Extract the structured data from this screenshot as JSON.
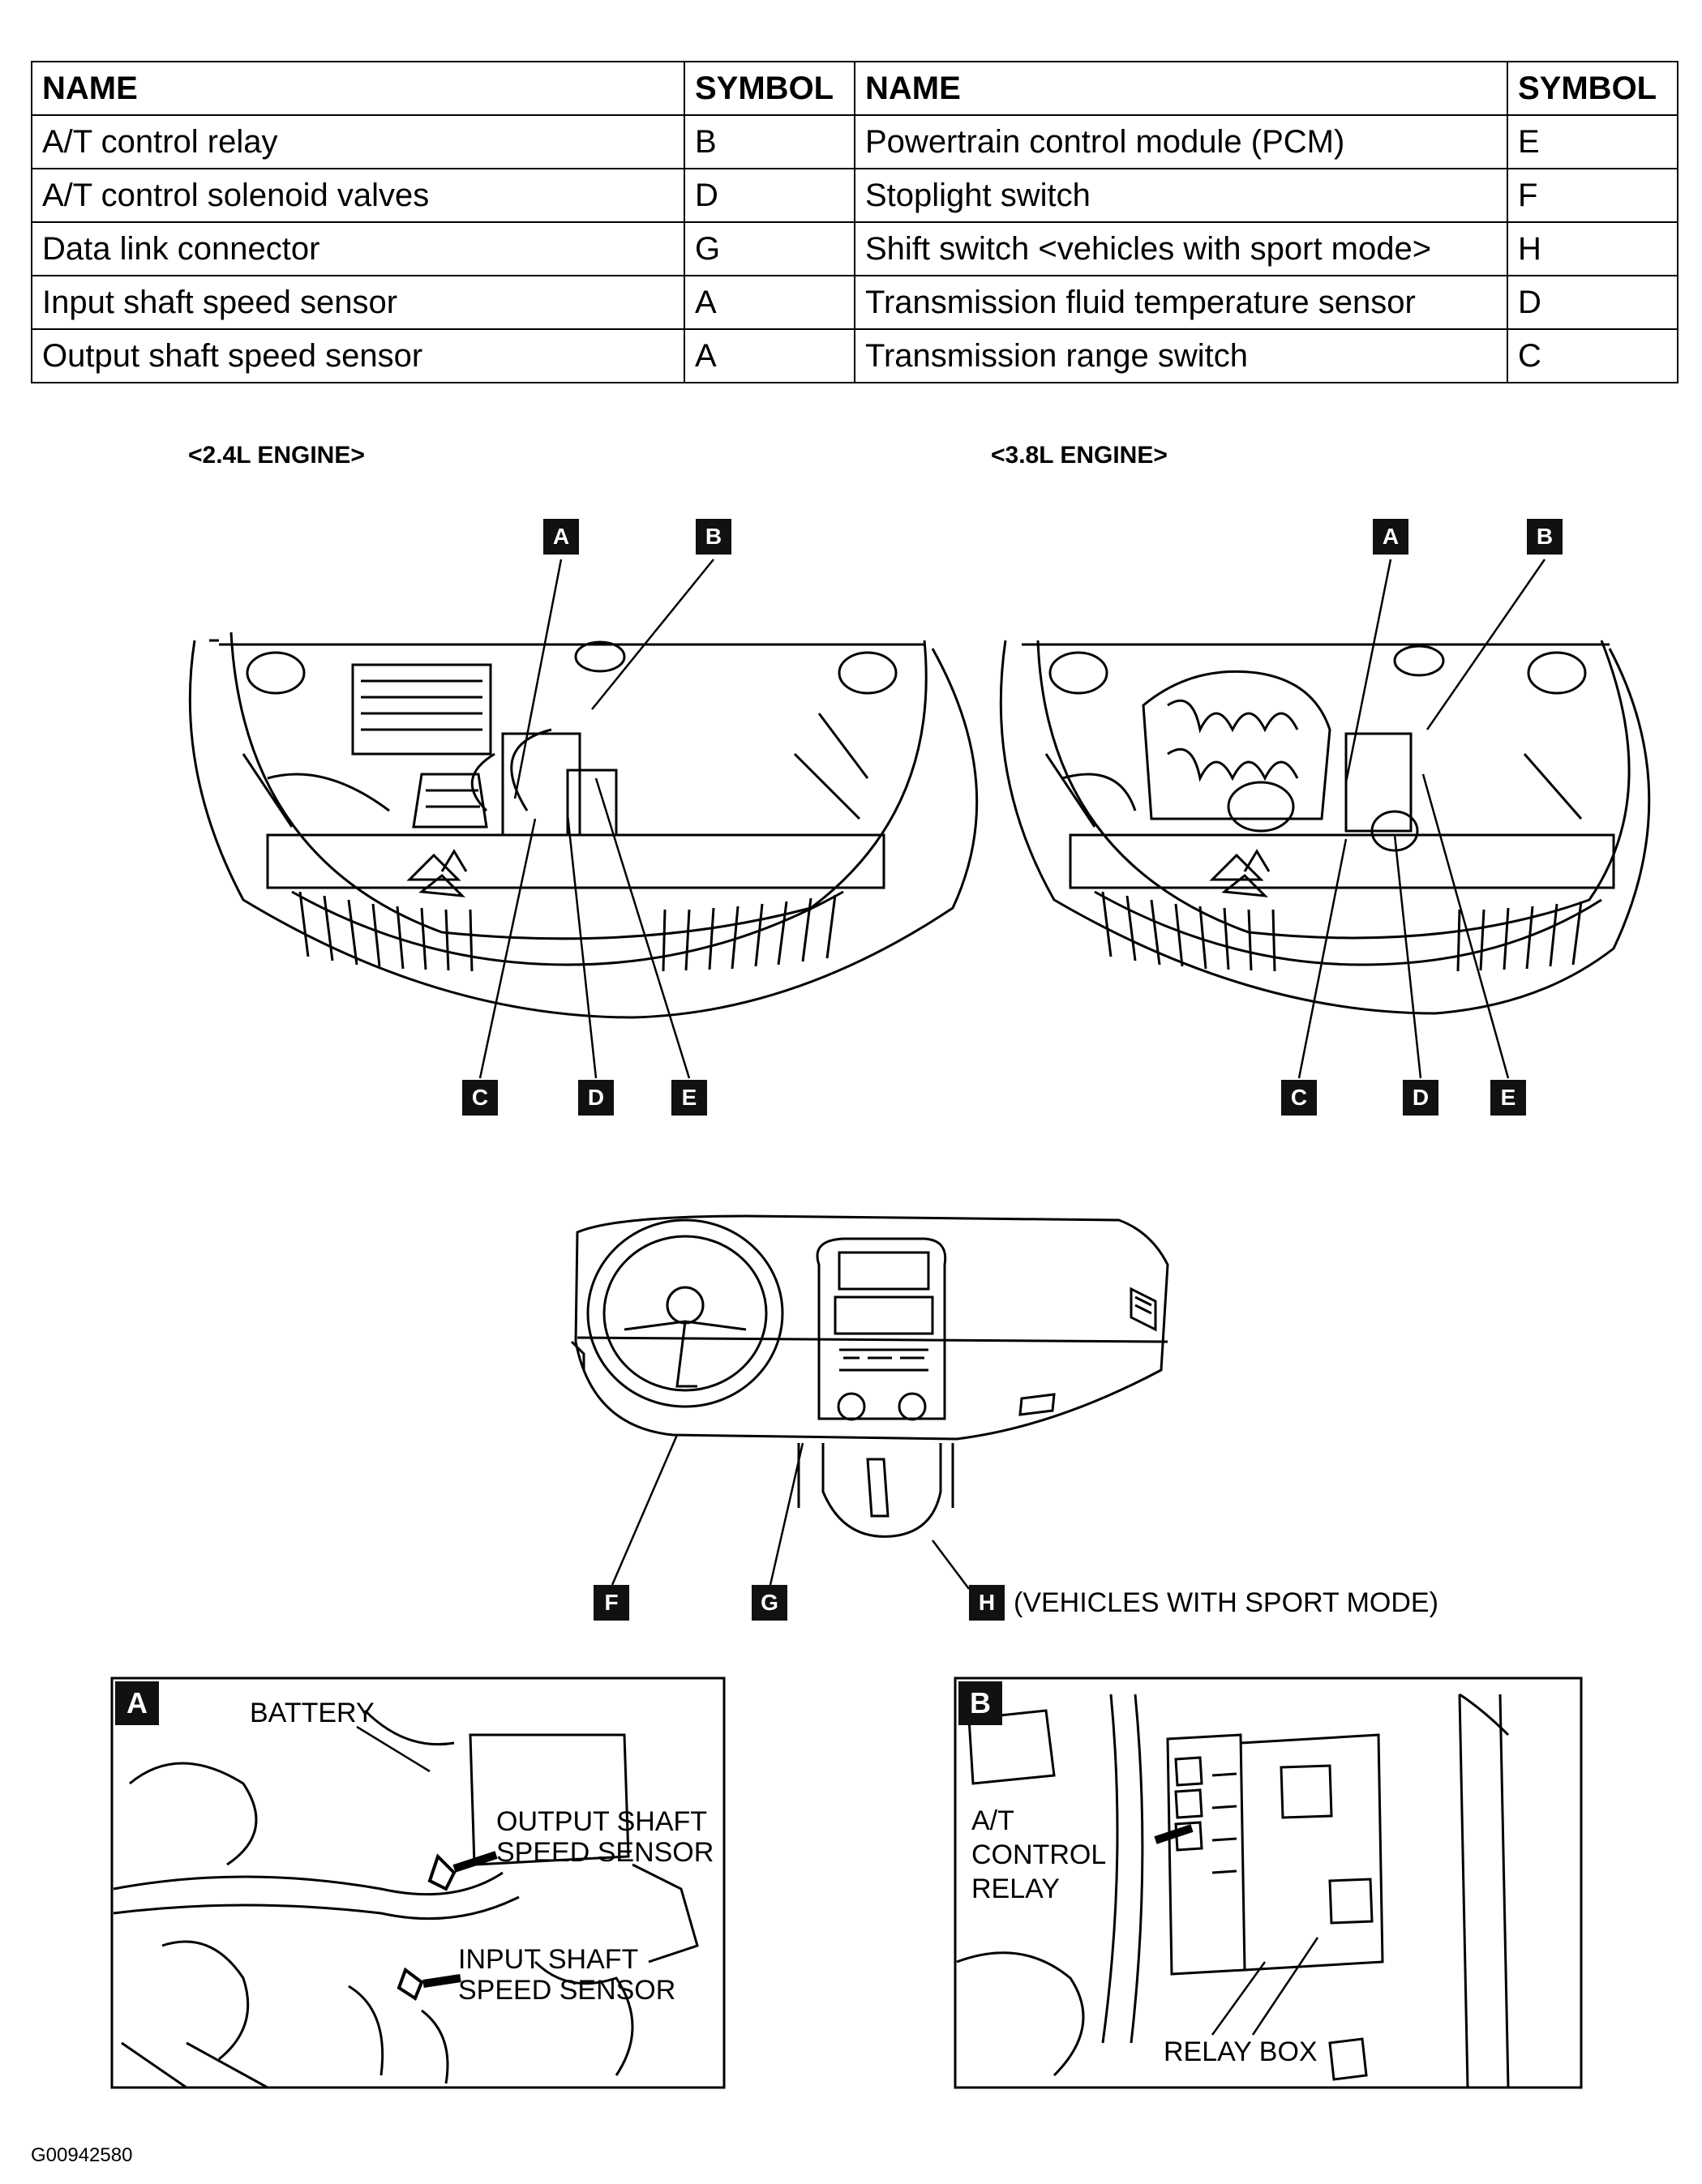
{
  "table": {
    "headers": [
      "NAME",
      "SYMBOL",
      "NAME",
      "SYMBOL"
    ],
    "rows": [
      [
        "A/T control relay",
        "B",
        "Powertrain control module (PCM)",
        "E"
      ],
      [
        "A/T control solenoid valves",
        "D",
        "Stoplight switch",
        "F"
      ],
      [
        "Data link connector",
        "G",
        "Shift switch <vehicles with sport mode>",
        "H"
      ],
      [
        "Input shaft speed sensor",
        "A",
        "Transmission fluid temperature sensor",
        "D"
      ],
      [
        "Output shaft speed sensor",
        "A",
        "Transmission range switch",
        "C"
      ]
    ]
  },
  "engine_left": {
    "title": "<2.4L ENGINE>",
    "labels": [
      "A",
      "B",
      "C",
      "D",
      "E"
    ]
  },
  "engine_right": {
    "title": "<3.8L ENGINE>",
    "labels": [
      "A",
      "B",
      "C",
      "D",
      "E"
    ]
  },
  "dashboard": {
    "labels": [
      "F",
      "G",
      "H"
    ],
    "h_note": "(VEHICLES WITH SPORT MODE)"
  },
  "detail_a": {
    "label": "A",
    "battery": "BATTERY",
    "output_sensor": [
      "OUTPUT SHAFT",
      "SPEED SENSOR"
    ],
    "input_sensor": [
      "INPUT SHAFT",
      "SPEED SENSOR"
    ]
  },
  "detail_b": {
    "label": "B",
    "relay": [
      "A/T",
      "CONTROL",
      "RELAY"
    ],
    "relay_box": "RELAY BOX"
  },
  "figure_id": "G00942580"
}
